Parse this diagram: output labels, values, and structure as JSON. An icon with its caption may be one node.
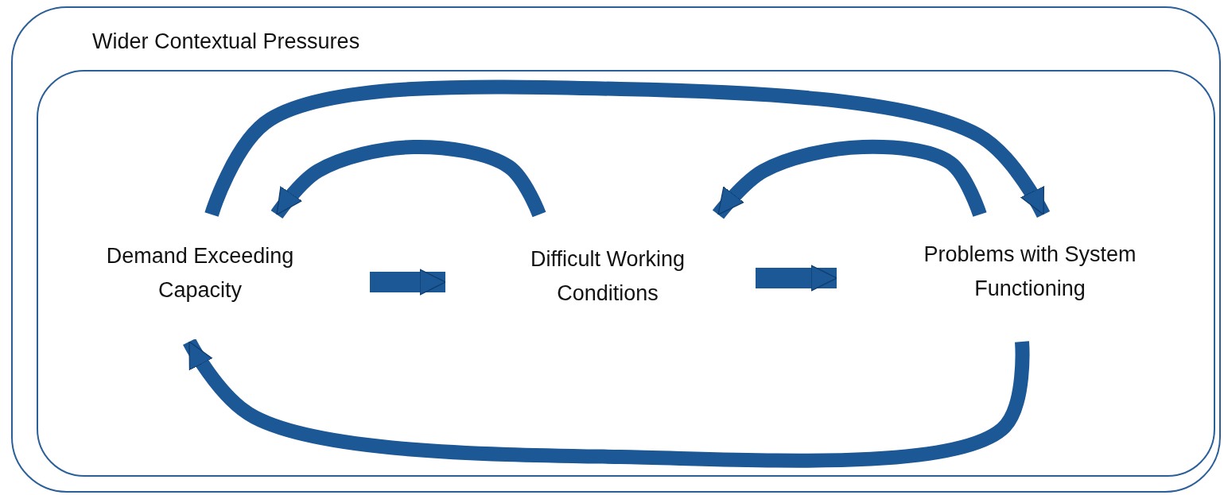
{
  "diagram": {
    "nodes": [
      {
        "text": [
          "Wider Contextual Pressures"
        ]
      },
      {
        "text": [],
        "shape": "box",
        "in": 0
      },
      {
        "text": [
          "Demand Exceeding Capacity"
        ],
        "in": 1
      },
      {
        "text": [
          "Difficult Working Conditions"
        ],
        "in": 1
      },
      {
        "text": [
          "Problems with System Functioning"
        ],
        "in": 1
      }
    ],
    "edges": [
      {
        "from": 2,
        "to": 3,
        "arrow": "to"
      },
      {
        "from": 3,
        "to": 4,
        "arrow": "to"
      },
      {
        "from": 3,
        "to": 2,
        "arrow": "to"
      },
      {
        "from": 4,
        "to": 3,
        "arrow": "to"
      },
      {
        "from": 2,
        "to": 4,
        "arrow": "to"
      },
      {
        "from": 4,
        "to": 2,
        "arrow": "to"
      }
    ]
  }
}
